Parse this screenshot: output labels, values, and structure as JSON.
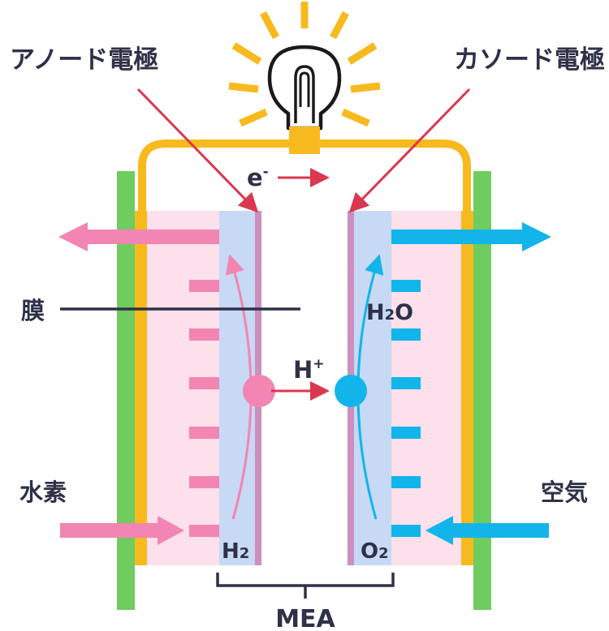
{
  "labels": {
    "anode_electrode": "アノード電極",
    "cathode_electrode": "カソード電極",
    "electron": "e",
    "electron_sup": "-",
    "membrane": "膜",
    "proton": "H",
    "proton_sup": "+",
    "water_main": "H",
    "water_sub": "2",
    "water_end": "O",
    "hydrogen_in": "水素",
    "air_in": "空気",
    "hydrogen_main": "H",
    "hydrogen_sub": "2",
    "oxygen_main": "O",
    "oxygen_sub": "2",
    "mea": "MEA"
  },
  "icons": {
    "lamp": "light-bulb-icon"
  },
  "colors": {
    "separator_green": "#6fcc5f",
    "collector_yellow": "#f7ba1e",
    "anode_pink": "#f285b2",
    "cathode_blue": "#12b5ea",
    "gas_diffusion_pink": "#fce0ec",
    "catalyst_blue": "#c7d9f4",
    "membrane_mauve": "#cc8fbf",
    "pointer_red": "#d9384f",
    "text_navy": "#2e3147"
  }
}
